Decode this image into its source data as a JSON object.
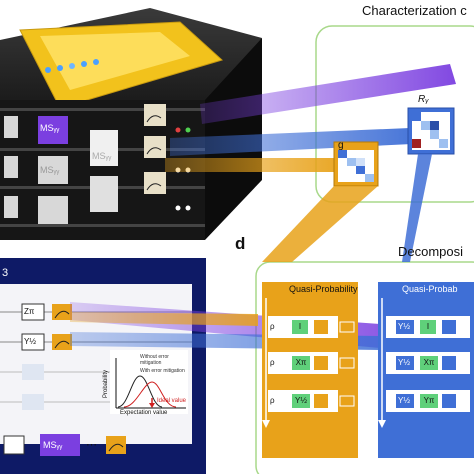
{
  "panels": {
    "characterization_title": "Characterization c",
    "decomposition_title": "Decomposi",
    "panel_d_label": "d",
    "panel_b_fragment": "3"
  },
  "matrices": {
    "g_label": "g",
    "r_label": "Rᵧ"
  },
  "decomposition": {
    "quasi_probability_left": "Quasi-Probability",
    "quasi_probability_right": "Quasi-Probab",
    "rho": "ρ",
    "left_gates": [
      "I",
      "Xπ",
      "Y½"
    ],
    "right_gates": [
      "I",
      "Xπ",
      "Yπ"
    ],
    "right_prefix": "Y½"
  },
  "circuit": {
    "gates": [
      "Zπ",
      "Y½",
      "MSᵧᵧ"
    ],
    "hardware_labels": [
      "MSᵧᵧ",
      "MSᵧᵧ",
      "MSᵧᵧ"
    ],
    "dots": "⋯"
  },
  "plot": {
    "ylabel": "Probability",
    "xlabel": "Expectation value",
    "legend_without": "Without error mitigation",
    "legend_with": "With error mitigation",
    "ideal_label": "Ideal value"
  },
  "colors": {
    "gold": "#e8a21a",
    "blue": "#3f6fd6",
    "purple": "#7b3fe0",
    "navy": "#0e1a66",
    "green": "#5fd07a",
    "panel_border": "#a8d88a"
  }
}
